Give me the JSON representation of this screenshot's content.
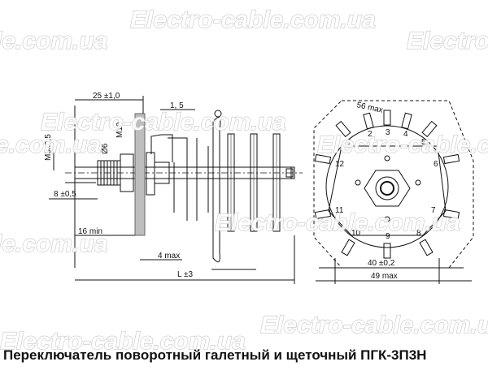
{
  "watermark": "Electro-cable.com.ua",
  "watermark_partial": "le.com.ua",
  "watermark_left": "e.com.ua",
  "caption": "Переключатель поворотный галетный и щеточный ПГК-3П3Н",
  "side_view": {
    "dim_top": "25 ±1,0",
    "dim_1_5": "1, 5",
    "dim_m10": "M10",
    "dim_6": "Ø6",
    "dim_m3": "M3x0,5",
    "dim_8": "8 ±0,5",
    "dim_16": "16 min",
    "dim_4max": "4 max",
    "dim_L": "L ±3"
  },
  "front_view": {
    "dim_56": "56 max",
    "dim_40": "40 ±0,2",
    "dim_49": "49 max",
    "terminal_labels": [
      "1",
      "2",
      "3",
      "4",
      "5",
      "6",
      "7",
      "8",
      "9",
      "10",
      "11",
      "12"
    ]
  }
}
